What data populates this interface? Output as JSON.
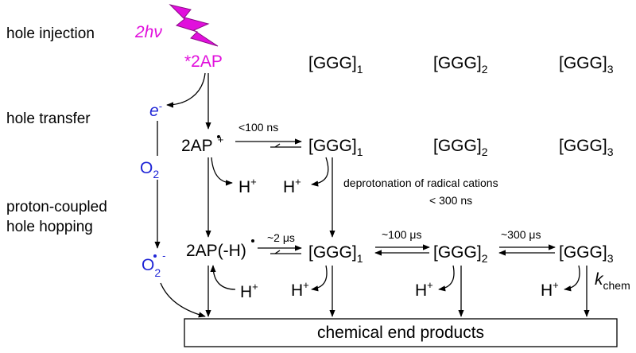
{
  "stage_labels": {
    "hole_injection": "hole injection",
    "hole_transfer": "hole transfer",
    "pch_line1": "proton-coupled",
    "pch_line2": "hole hopping"
  },
  "photo": {
    "label": "2hν",
    "excited": "*2AP"
  },
  "electron": {
    "e": "e",
    "charge": "-"
  },
  "oxygen": {
    "o2": "O",
    "o2_sub": "2",
    "superoxide": "O",
    "superoxide_sub": "2",
    "superoxide_sup": "-"
  },
  "row1": {
    "ggg1_main": "[GGG]",
    "ggg1_sub": "1",
    "ggg2_main": "[GGG]",
    "ggg2_sub": "2",
    "ggg3_main": "[GGG]",
    "ggg3_sub": "3"
  },
  "row2": {
    "radical_cation": "2AP",
    "radical_cation_sup": "+",
    "rate_fast": "<100 ns",
    "ggg1_main": "[GGG]",
    "ggg1_sub": "1",
    "ggg2_main": "[GGG]",
    "ggg2_sub": "2",
    "ggg3_main": "[GGG]",
    "ggg3_sub": "3",
    "proton_left": "H",
    "proton_left_sup": "+",
    "proton_right": "H",
    "proton_right_sup": "+",
    "deprot_line1": "deprotonation of radical cations",
    "deprot_line2": "< 300 ns"
  },
  "row3": {
    "neutral_radical": "2AP(-H)",
    "rate_2us": "~2 μs",
    "rate_100us": "~100 μs",
    "rate_300us": "~300 μs",
    "ggg1_main": "[GGG]",
    "ggg1_sub": "1",
    "ggg2_main": "[GGG]",
    "ggg2_sub": "2",
    "ggg3_main": "[GGG]",
    "ggg3_sub": "3",
    "proton_a": "H",
    "proton_a_sup": "+",
    "proton_b": "H",
    "proton_b_sup": "+",
    "proton_c": "H",
    "proton_c_sup": "+",
    "proton_d": "H",
    "proton_d_sup": "+",
    "k_main": "k",
    "k_sub": "chem"
  },
  "end_products": "chemical end products",
  "colors": {
    "photo": "#e10fdc",
    "electron": "#1f25d6",
    "ink": "#000000"
  }
}
